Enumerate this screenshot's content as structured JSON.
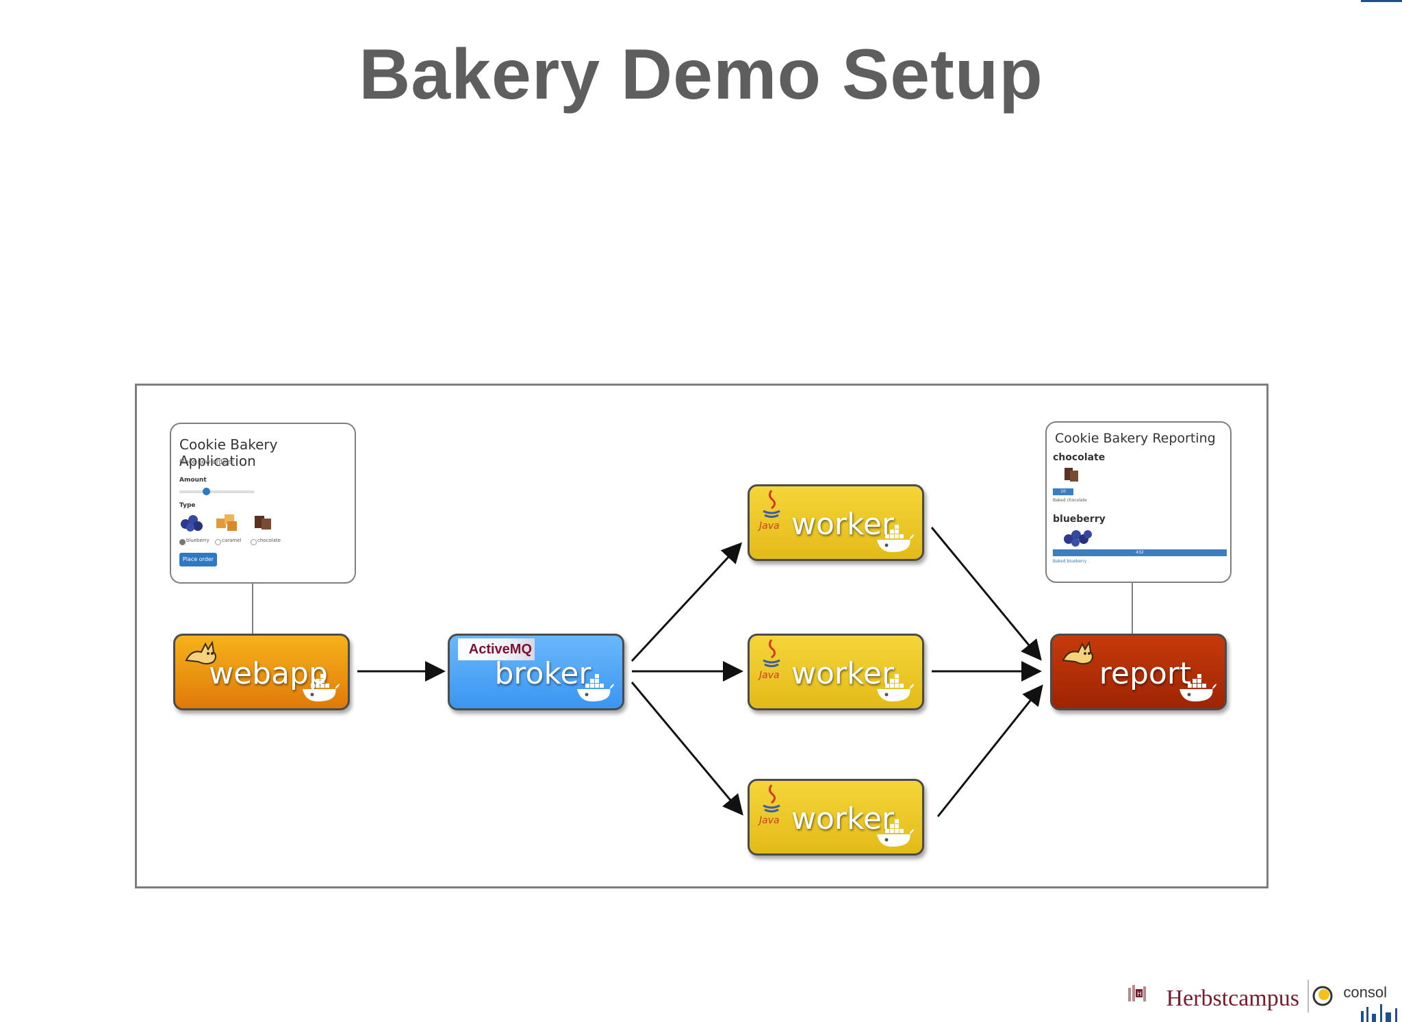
{
  "slide": {
    "title": "Bakery Demo Setup"
  },
  "nodes": {
    "webapp": {
      "label": "webapp"
    },
    "broker": {
      "label": "broker",
      "badge": "ActiveMQ"
    },
    "worker_top": {
      "label": "worker",
      "badge": "Java"
    },
    "worker_mid": {
      "label": "worker",
      "badge": "Java"
    },
    "worker_bottom": {
      "label": "worker",
      "badge": "Java"
    },
    "report": {
      "label": "report"
    }
  },
  "app_card": {
    "title": "Cookie Bakery Application",
    "subtitle": "Place new orders:",
    "amount_label": "Amount",
    "type_label": "Type",
    "options": [
      "blueberry",
      "caramel",
      "chocolate"
    ],
    "button": "Place order"
  },
  "report_card": {
    "title": "Cookie Bakery Reporting",
    "section1": "chocolate",
    "bar1_value": "10",
    "caption1": "Baked chocolate",
    "section2": "blueberry",
    "bar2_value": "432",
    "caption2": "Baked blueberry"
  },
  "footer": {
    "brand1": "Herbstcampus",
    "brand2": "consol"
  },
  "colors": {
    "webapp": "#f0a014",
    "broker": "#4aa3f5",
    "worker": "#efcd2a",
    "report": "#b02e06",
    "title": "#5e5e5e"
  }
}
